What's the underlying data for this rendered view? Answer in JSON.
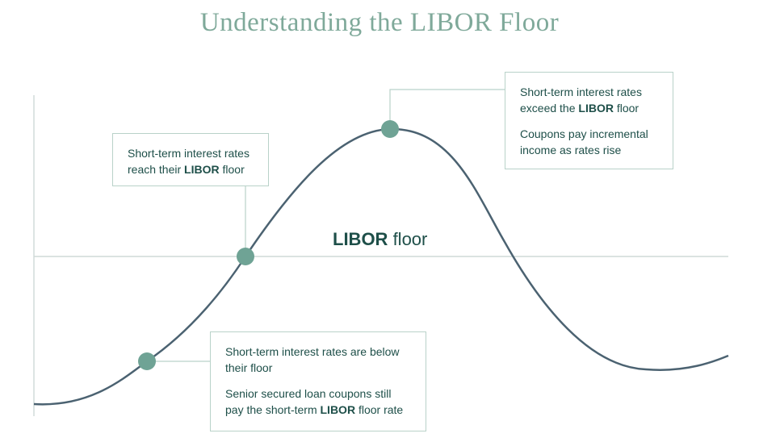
{
  "title": "Understanding the LIBOR Floor",
  "floor_label": {
    "bold": "LIBOR",
    "rest": " floor"
  },
  "callouts": [
    {
      "paragraphs": [
        {
          "before": "Short-term interest rates reach their ",
          "bold": "LIBOR",
          "after": " floor"
        }
      ]
    },
    {
      "paragraphs": [
        {
          "before": "Short-term interest rates exceed the ",
          "bold": "LIBOR",
          "after": " floor"
        },
        {
          "before": "Coupons pay incremental income as rates rise",
          "bold": "",
          "after": ""
        }
      ]
    },
    {
      "paragraphs": [
        {
          "before": "Short-term interest rates are below their floor",
          "bold": "",
          "after": ""
        },
        {
          "before": "Senior secured loan coupons still pay the short-term ",
          "bold": "LIBOR",
          "after": " floor rate"
        }
      ]
    }
  ],
  "colors": {
    "curve": "#4b6271",
    "marker": "#6fa395",
    "axis": "#d2dcda",
    "floor_line": "#cfdad7",
    "leader": "#b9d2c9",
    "text": "#1e4f49",
    "title": "#7fa99a"
  }
}
